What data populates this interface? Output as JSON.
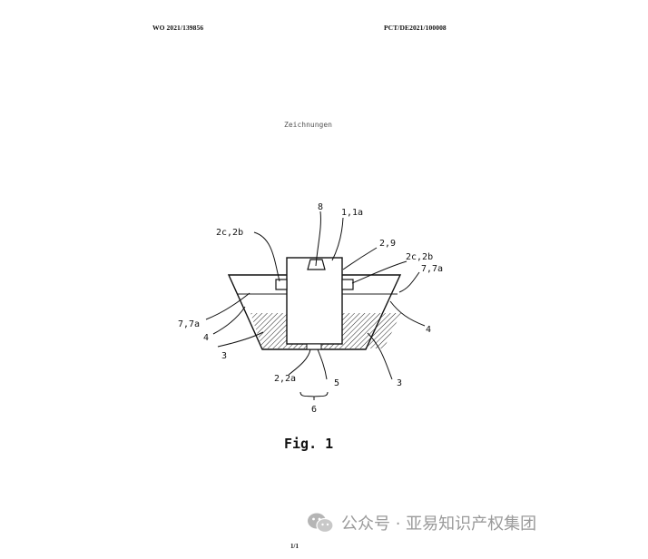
{
  "header": {
    "left": "WO 2021/139856",
    "right": "PCT/DE2021/100008"
  },
  "sheet_title": "Zeichnungen",
  "labels": {
    "l8": "8",
    "l1": "1,1a",
    "l2c_left": "2c,2b",
    "l29": "2,9",
    "l2c_right": "2c,2b",
    "l77_right": "7,7a",
    "l77_left": "7,7a",
    "l4_left": "4",
    "l4_right": "4",
    "l3_left": "3",
    "l3_right": "3",
    "l22a": "2,2a",
    "l5": "5",
    "l6": "6"
  },
  "figure_caption": "Fig. 1",
  "page_number": "1/1",
  "watermark": {
    "text": "公众号 · 亚易知识产权集团",
    "icon": "wechat-icon"
  }
}
